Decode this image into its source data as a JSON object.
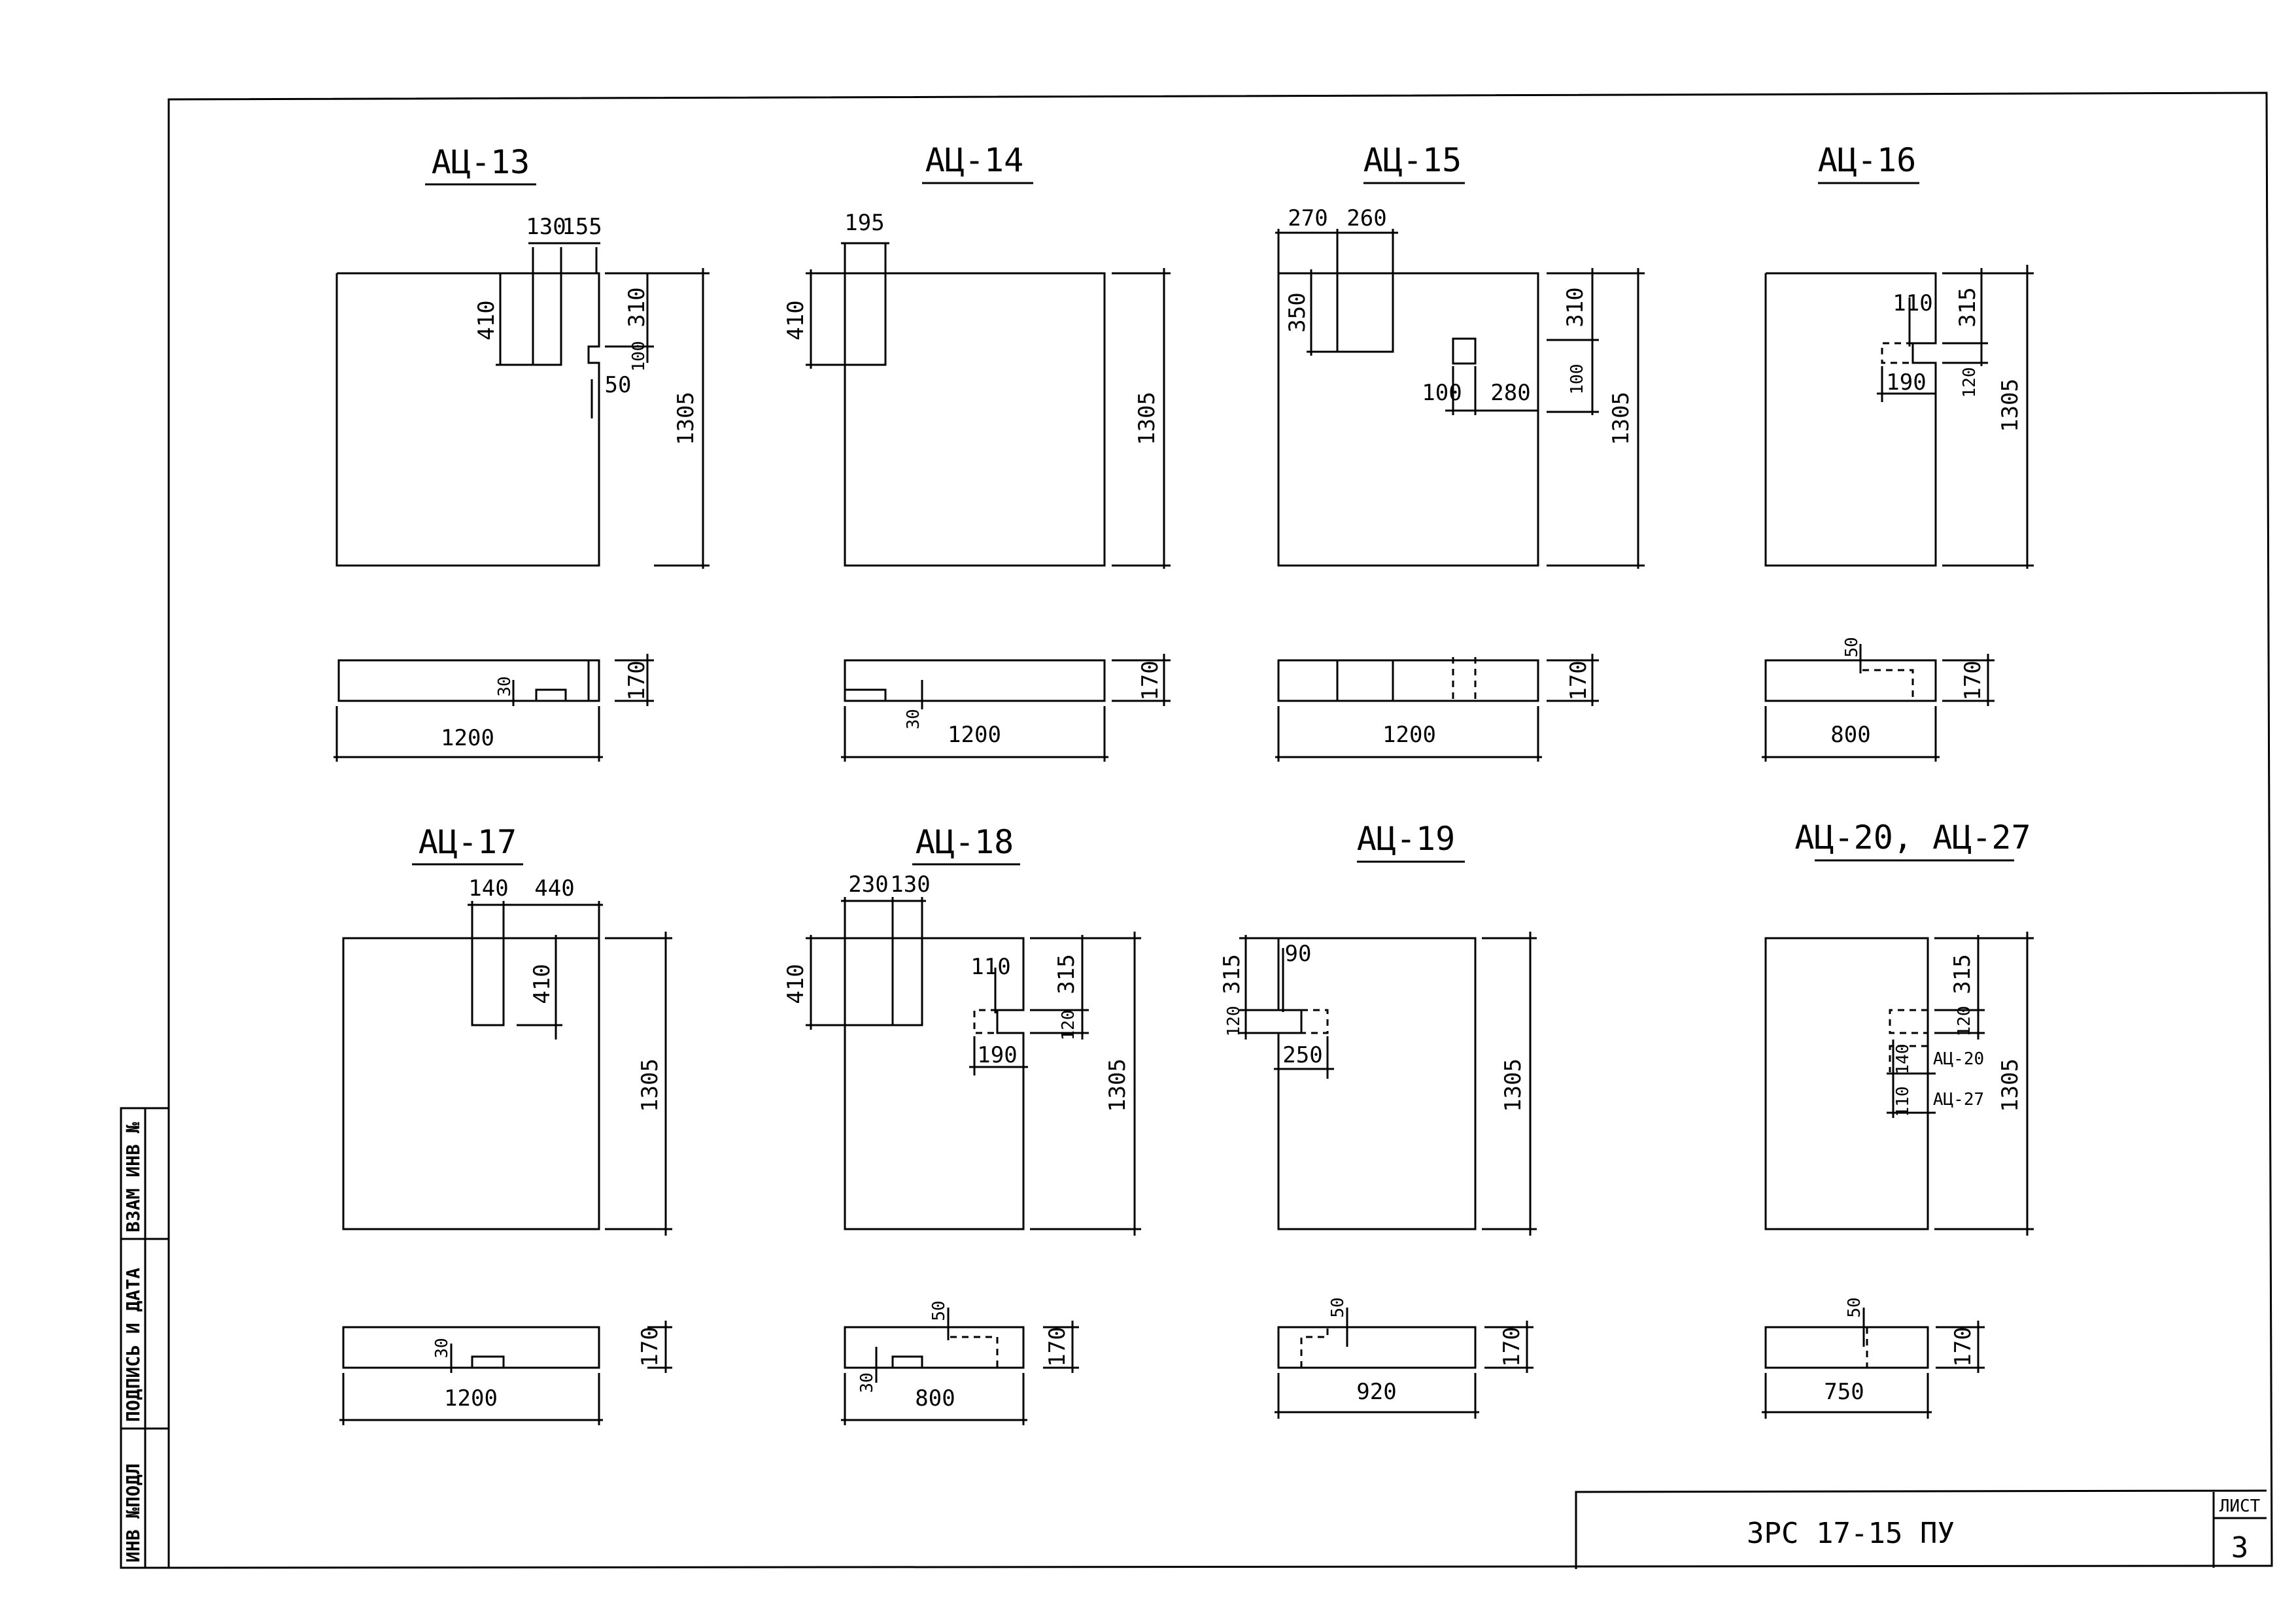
{
  "drawing": {
    "code": "3PC 17-15 ПУ",
    "sheet_label": "ЛИСТ",
    "sheet_no": "3"
  },
  "stamp": {
    "inv_orig": "ИНВ №ПОДЛ",
    "sign_date": "ПОДПИСЬ И ДАТА",
    "vzam_inv": "ВЗАМ ИНВ №"
  },
  "panels": [
    {
      "title": "АЦ-13",
      "width": "1200",
      "height": "1305",
      "thickness": "170",
      "dims": [
        "130",
        "155",
        "410",
        "310",
        "100",
        "50",
        "30"
      ]
    },
    {
      "title": "АЦ-14",
      "width": "1200",
      "height": "1305",
      "thickness": "170",
      "dims": [
        "195",
        "410",
        "30"
      ]
    },
    {
      "title": "АЦ-15",
      "width": "1200",
      "height": "1305",
      "thickness": "170",
      "dims": [
        "270",
        "260",
        "350",
        "310",
        "100",
        "100",
        "280"
      ]
    },
    {
      "title": "АЦ-16",
      "width": "800",
      "height": "1305",
      "thickness": "170",
      "dims": [
        "110",
        "315",
        "190",
        "120",
        "50"
      ]
    },
    {
      "title": "АЦ-17",
      "width": "1200",
      "height": "1305",
      "thickness": "170",
      "dims": [
        "140",
        "440",
        "410",
        "30"
      ]
    },
    {
      "title": "АЦ-18",
      "width": "800",
      "height": "1305",
      "thickness": "170",
      "dims": [
        "230",
        "130",
        "410",
        "110",
        "315",
        "120",
        "190",
        "50",
        "30"
      ]
    },
    {
      "title": "АЦ-19",
      "width": "920",
      "height": "1305",
      "thickness": "170",
      "dims": [
        "315",
        "120",
        "90",
        "250",
        "50"
      ]
    },
    {
      "title": "АЦ-20, АЦ-27",
      "width": "750",
      "height": "1305",
      "thickness": "170",
      "dims": [
        "315",
        "120",
        "140",
        "110",
        "50"
      ],
      "notes": [
        "АЦ-20",
        "АЦ-27"
      ]
    }
  ]
}
